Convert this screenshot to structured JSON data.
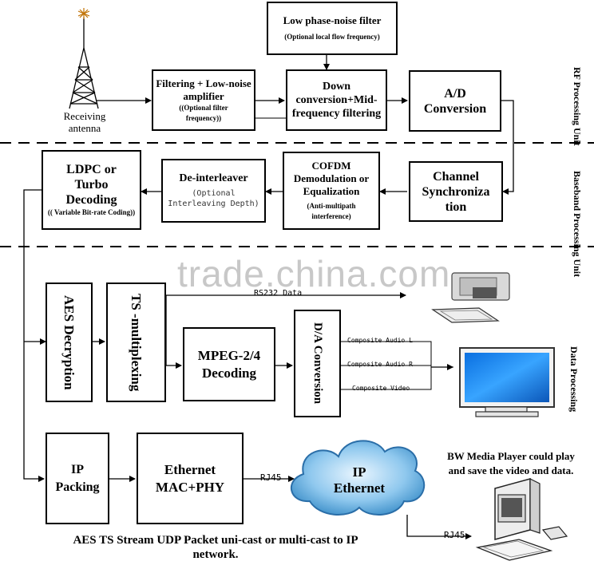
{
  "blocks": {
    "phase_filter": {
      "title": "Low phase-noise filter",
      "sub": "(Optional local flow frequency)"
    },
    "filtering_lna": {
      "title": "Filtering + Low-noise amplifier",
      "sub": "((Optional filter frequency))"
    },
    "down_conversion": {
      "title": "Down conversion+Mid-frequency filtering"
    },
    "ad_conversion": {
      "title": "A/D Conversion"
    },
    "channel_sync": {
      "title": "Channel Synchroniza tion"
    },
    "cofdm": {
      "title": "COFDM Demodulation or Equalization",
      "sub": "(Anti-multipath interference)"
    },
    "deinterleaver": {
      "title": "De-interleaver",
      "sub": "(Optional Interleaving Depth)"
    },
    "ldpc": {
      "title": "LDPC or Turbo Decoding",
      "sub": "(( Variable Bit-rate Coding))"
    },
    "aes": {
      "title": "AES Decryption"
    },
    "ts": {
      "title": "TS -multiplexing"
    },
    "mpeg": {
      "title": "MPEG-2/4 Decoding"
    },
    "da": {
      "title": "D/A Conversion"
    },
    "ip_packing": {
      "title": "IP Packing"
    },
    "ethernet": {
      "title": "Ethernet MAC+PHY"
    },
    "cloud": {
      "title": "IP Ethernet"
    }
  },
  "labels": {
    "antenna": "Receiving antenna",
    "rs232": "RS232 Data",
    "audio_l": "Composite Audio L",
    "audio_r": "Composite Audio R",
    "video": "Composite Video",
    "rj45_a": "RJ45",
    "rj45_b": "RJ45",
    "media_player": "BW Media Player could play and save the video and data.",
    "bottom": "AES TS Stream UDP Packet uni-cast or multi-cast to IP network."
  },
  "units": {
    "rf": "RF Processing Unit",
    "baseband": "Baseband Processing Unit",
    "data": "Data Processing"
  },
  "watermark": "trade.china.com"
}
